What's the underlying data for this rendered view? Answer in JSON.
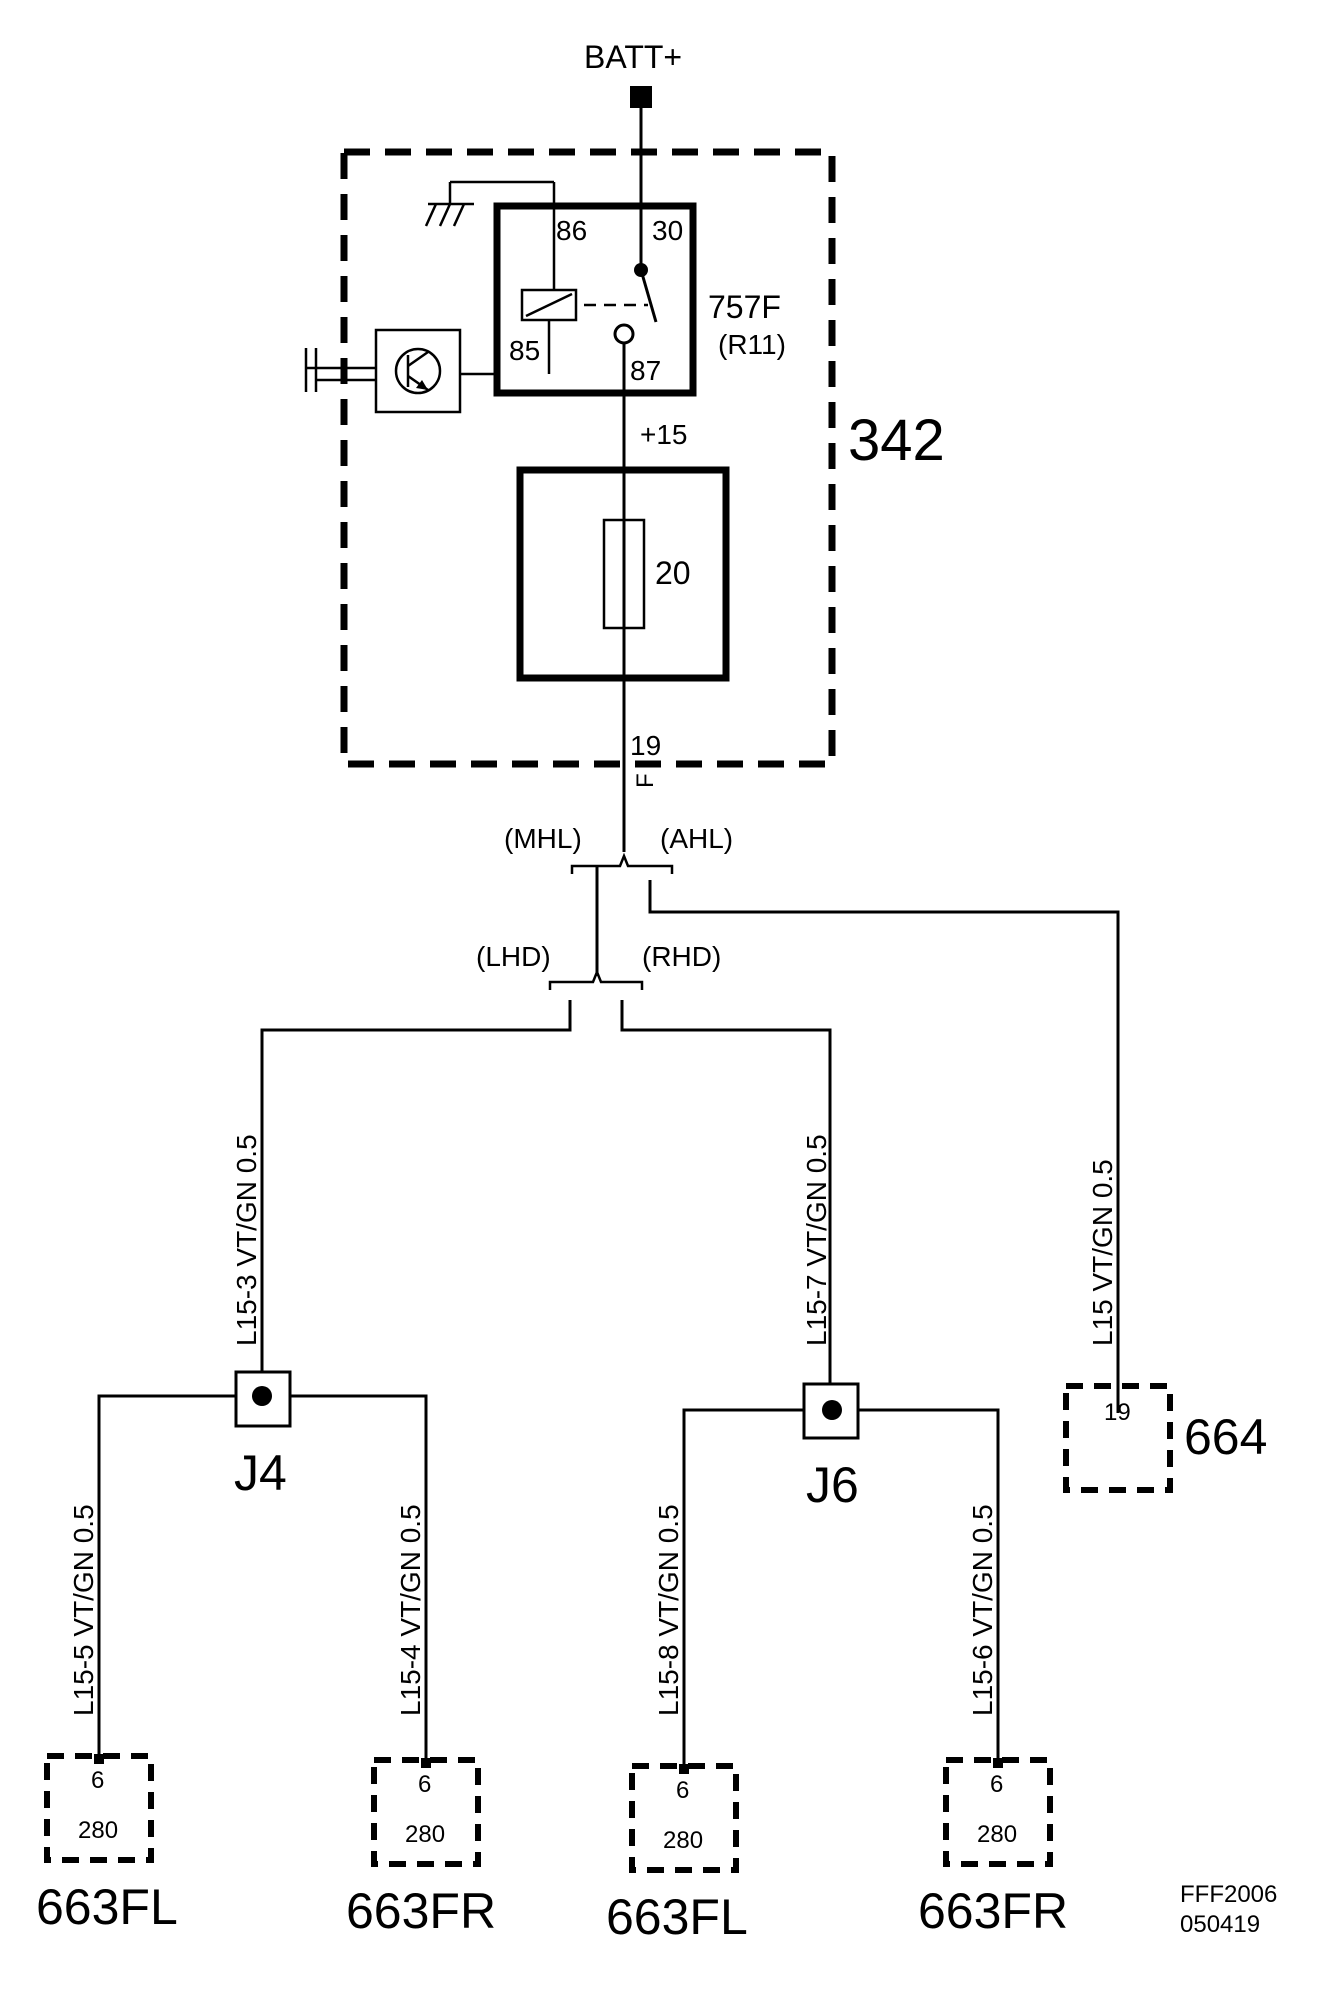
{
  "supply": {
    "label": "BATT+"
  },
  "module": {
    "id": "342"
  },
  "relay": {
    "id": "757F",
    "ref": "(R11)",
    "pins": {
      "p86": "86",
      "p30": "30",
      "p85": "85",
      "p87": "87"
    }
  },
  "circuit": {
    "label": "+15"
  },
  "fuse": {
    "rating": "20"
  },
  "output": {
    "pin": "19",
    "connector": "F"
  },
  "variants": {
    "mhl": "(MHL)",
    "ahl": "(AHL)",
    "lhd": "(LHD)",
    "rhd": "(RHD)"
  },
  "wires": {
    "w_l15_3": "L15-3  VT/GN  0.5",
    "w_l15_7": "L15-7  VT/GN  0.5",
    "w_l15": "L15  VT/GN  0.5",
    "w_l15_5": "L15-5  VT/GN  0.5",
    "w_l15_4": "L15-4  VT/GN  0.5",
    "w_l15_8": "L15-8  VT/GN  0.5",
    "w_l15_6": "L15-6  VT/GN  0.5"
  },
  "junctions": {
    "j4": "J4",
    "j6": "J6"
  },
  "components": {
    "c664": {
      "pin": "19",
      "name": "664"
    },
    "c1": {
      "pin": "6",
      "connector": "280",
      "name": "663FL"
    },
    "c2": {
      "pin": "6",
      "connector": "280",
      "name": "663FR"
    },
    "c3": {
      "pin": "6",
      "connector": "280",
      "name": "663FL"
    },
    "c4": {
      "pin": "6",
      "connector": "280",
      "name": "663FR"
    }
  },
  "footer": {
    "line1": "FFF2006",
    "line2": "050419"
  }
}
